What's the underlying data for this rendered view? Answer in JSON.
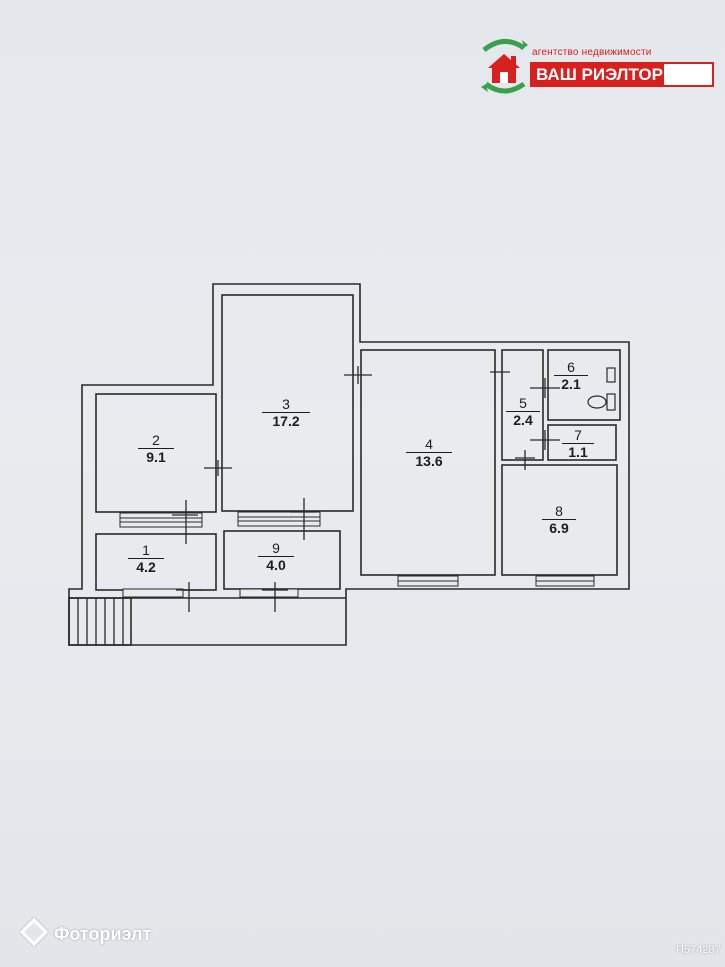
{
  "logo": {
    "tagline": "агентство недвижимости",
    "name": "ВАШ РИЭЛТОР",
    "colors": {
      "red": "#d8201f",
      "green": "#3aa14a"
    }
  },
  "rooms": [
    {
      "number": "1",
      "area": "4.2"
    },
    {
      "number": "2",
      "area": "9.1"
    },
    {
      "number": "3",
      "area": "17.2"
    },
    {
      "number": "4",
      "area": "13.6"
    },
    {
      "number": "5",
      "area": "2.4"
    },
    {
      "number": "6",
      "area": "2.1"
    },
    {
      "number": "7",
      "area": "1.1"
    },
    {
      "number": "8",
      "area": "6.9"
    },
    {
      "number": "9",
      "area": "4.0"
    }
  ],
  "watermark": {
    "brand": "Фоториэлт"
  },
  "reference_code": "П574287"
}
